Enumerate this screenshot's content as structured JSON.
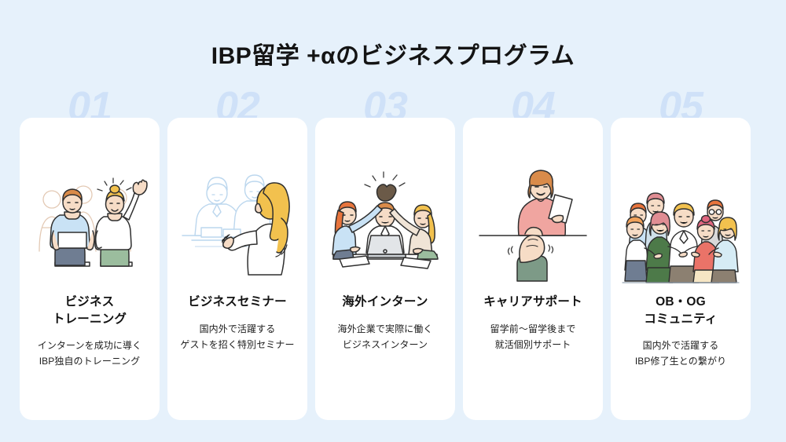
{
  "theme": {
    "background_color": "#e6f1fb",
    "card_color": "#ffffff",
    "number_color": "#cfe1f8",
    "title_color": "#141414"
  },
  "header": {
    "title": "IBP留学 +αのビジネスプログラム"
  },
  "cards": [
    {
      "number": "01",
      "title": "ビジネス\nトレーニング",
      "description": "インターンを成功に導く\nIBP独自のトレーニング",
      "illustration": "seminar-audience-raising-hand-illustration"
    },
    {
      "number": "02",
      "title": "ビジネスセミナー",
      "description": "国内外で活躍する\nゲストを招く特別セミナー",
      "illustration": "guest-speaker-presentation-illustration"
    },
    {
      "number": "03",
      "title": "海外インターン",
      "description": "海外企業で実際に働く\nビジネスインターン",
      "illustration": "team-high-five-laptop-illustration"
    },
    {
      "number": "04",
      "title": "キャリアサポート",
      "description": "留学前〜留学後まで\n就活個別サポート",
      "illustration": "handshake-job-offer-illustration"
    },
    {
      "number": "05",
      "title": "OB・OG\nコミュニティ",
      "description": "国内外で活躍する\nIBP修了生との繋がり",
      "illustration": "alumni-group-community-illustration"
    }
  ]
}
